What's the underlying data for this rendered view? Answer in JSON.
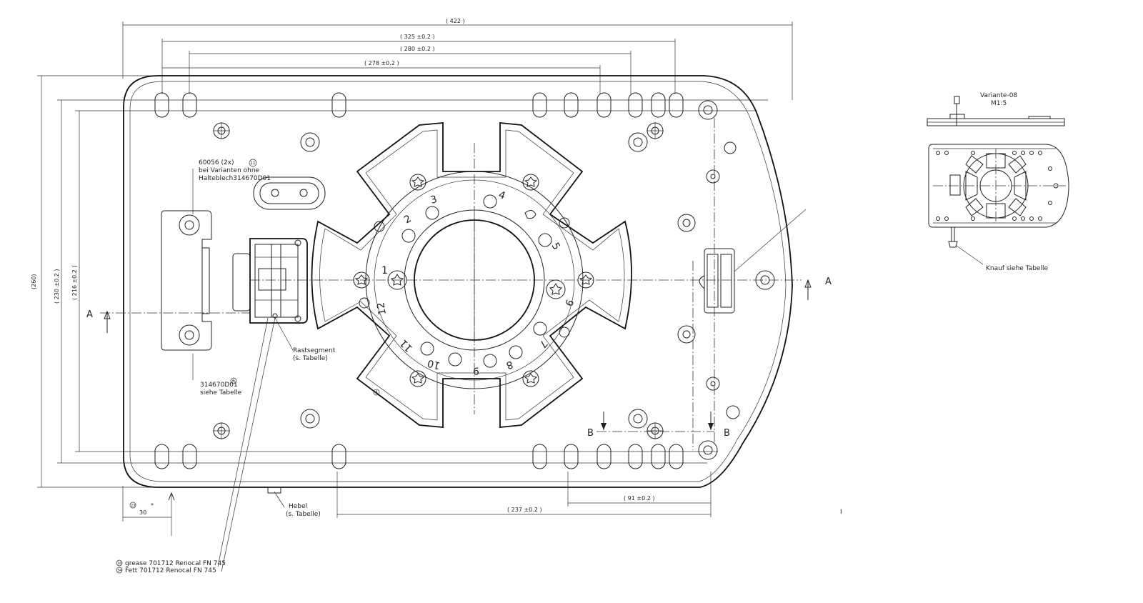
{
  "dimensions": {
    "overall_width": "( 422 )",
    "hole_span_325": "( 325 ±0.2 )",
    "hole_span_280": "( 280 ±0.2 )",
    "hole_span_278": "( 278 ±0.2 )",
    "height_260": "(260)",
    "height_230": "( 230 ±0.2 )",
    "height_216": "( 216 ±0.2 )",
    "bottom_91": "( 91 ±0.2 )",
    "bottom_237": "( 237 ±0.2 )",
    "offset_30": "30",
    "offset_asterisk": "*"
  },
  "section_marks": {
    "a_left": "A",
    "a_right": "A",
    "b_left": "B",
    "b_right": "B"
  },
  "callouts": {
    "part_60056_line1": "60056 (2x)",
    "part_60056_line2": "bei Varianten ohne",
    "part_60056_line3": "Halteblech314670D01",
    "part_60056_ref": "11",
    "part_314670_line1": "314670D01",
    "part_314670_line2": "siehe Tabelle",
    "part_314670_ref": "6",
    "rastsegment_line1": "Rastsegment",
    "rastsegment_line2": "(s. Tabelle)",
    "hebel_line1": "Hebel",
    "hebel_line2": "(s. Tabelle)",
    "offset_ref": "23",
    "grease_line1": "grease 701712 Renocal FN 745",
    "grease_line2": "Fett 701712 Renocal FN 745",
    "grease_ref1": "16",
    "grease_ref2": "34",
    "ring_ref": "4"
  },
  "scale_numbers": [
    "1",
    "2",
    "3",
    "4",
    "5",
    "6",
    "7",
    "8",
    "9",
    "10",
    "11",
    "12"
  ],
  "variant_view": {
    "title_line1": "Variante-08",
    "title_line2": "M1:5",
    "knob_note": "Knauf siehe Tabelle"
  },
  "misc": {
    "tick_mark": "I"
  }
}
